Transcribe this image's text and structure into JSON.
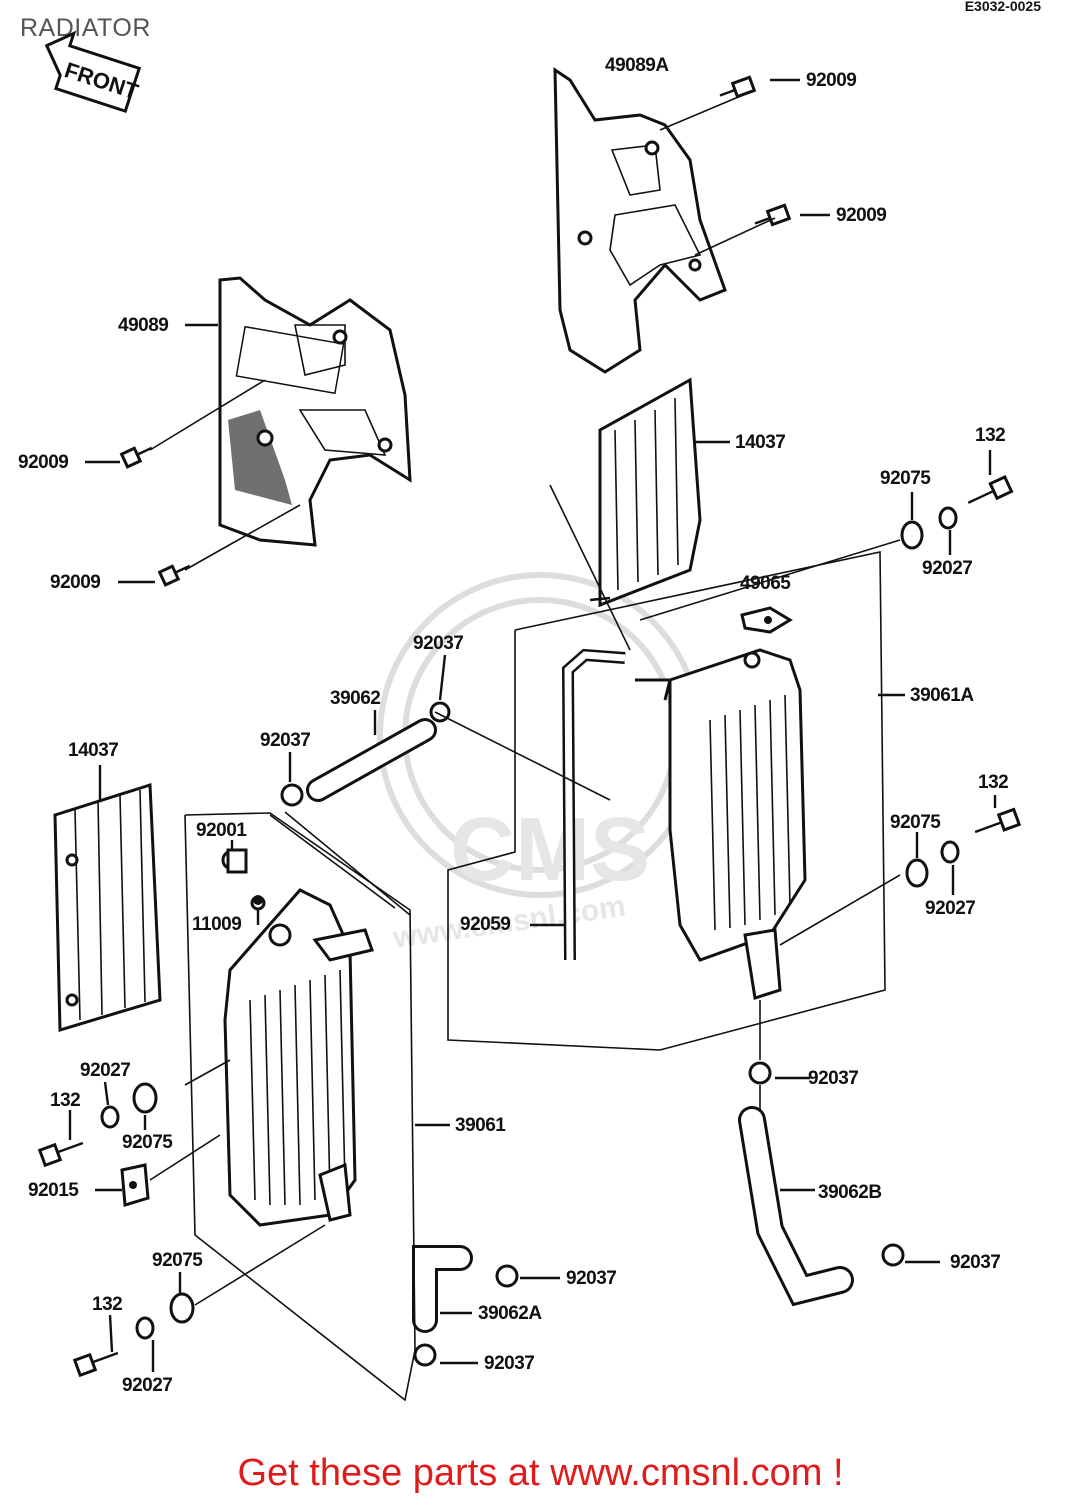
{
  "header": {
    "title": "RADIATOR",
    "code": "E3032-0025"
  },
  "front_arrow": {
    "text": "FRONT"
  },
  "watermark": {
    "logo": "CMS",
    "url": "www.cmsnl.com"
  },
  "labels": {
    "p49089a": "49089A",
    "p92009_a": "92009",
    "p92009_b": "92009",
    "p49089": "49089",
    "p92009_c": "92009",
    "p92009_d": "92009",
    "p14037_a": "14037",
    "p132_a": "132",
    "p92075_a": "92075",
    "p92027_a": "92027",
    "p49065": "49065",
    "p92037_a": "92037",
    "p39062": "39062",
    "p39061a": "39061A",
    "p92037_b": "92037",
    "p14037_b": "14037",
    "p132_b": "132",
    "p92075_b": "92075",
    "p92001": "92001",
    "p92027_b": "92027",
    "p11009": "11009",
    "p92059": "92059",
    "p92037_c": "92037",
    "p92027_c": "92027",
    "p132_c": "132",
    "p39061": "39061",
    "p92075_c": "92075",
    "p92015": "92015",
    "p39062b": "39062B",
    "p92037_d": "92037",
    "p92075_d": "92075",
    "p92037_e": "92037",
    "p132_d": "132",
    "p39062a": "39062A",
    "p92027_d": "92027",
    "p92037_f": "92037"
  },
  "footer": {
    "text": "Get these parts at www.cmsnl.com !"
  }
}
